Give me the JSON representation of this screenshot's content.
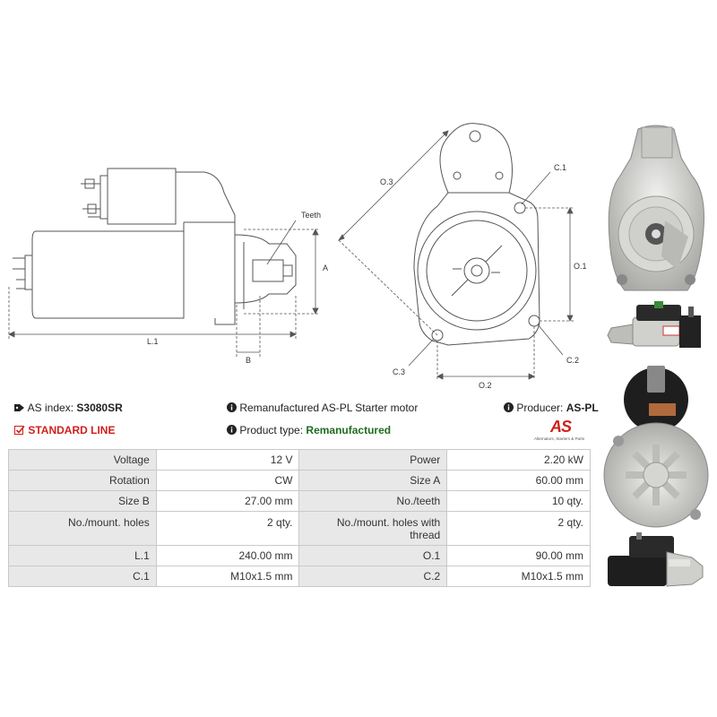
{
  "drawing": {
    "side_labels": {
      "teeth": "Teeth",
      "a": "A",
      "b": "B",
      "l1": "L.1"
    },
    "front_labels": {
      "o3": "O.3",
      "c1": "C.1",
      "o1": "O.1",
      "c3": "C.3",
      "c2": "C.2",
      "o2": "O.2"
    }
  },
  "info": {
    "as_index_label": "AS index:",
    "as_index_value": "S3080SR",
    "description": "Remanufactured AS-PL Starter motor",
    "producer_label": "Producer:",
    "producer_value": "AS-PL",
    "line_label": "STANDARD LINE",
    "product_type_label": "Product type:",
    "product_type_value": "Remanufactured",
    "logo_text": "AS",
    "logo_tagline": "Alternators, Starters & Parts"
  },
  "specs": [
    {
      "l_label": "Voltage",
      "l_value": "12 V",
      "r_label": "Power",
      "r_value": "2.20 kW"
    },
    {
      "l_label": "Rotation",
      "l_value": "CW",
      "r_label": "Size A",
      "r_value": "60.00 mm"
    },
    {
      "l_label": "Size B",
      "l_value": "27.00 mm",
      "r_label": "No./teeth",
      "r_value": "10 qty."
    },
    {
      "l_label": "No./mount. holes",
      "l_value": "2 qty.",
      "r_label": "No./mount. holes with thread",
      "r_value": "2 qty."
    },
    {
      "l_label": "L.1",
      "l_value": "240.00 mm",
      "r_label": "O.1",
      "r_value": "90.00 mm"
    },
    {
      "l_label": "C.1",
      "l_value": "M10x1.5 mm",
      "r_label": "C.2",
      "r_value": "M10x1.5 mm"
    }
  ],
  "colors": {
    "accent_red": "#d0201c",
    "green": "#1f6d1f",
    "header_cell": "#e8e8e8"
  },
  "icons": [
    "tag-icon",
    "info-icon",
    "checkbox-icon"
  ]
}
